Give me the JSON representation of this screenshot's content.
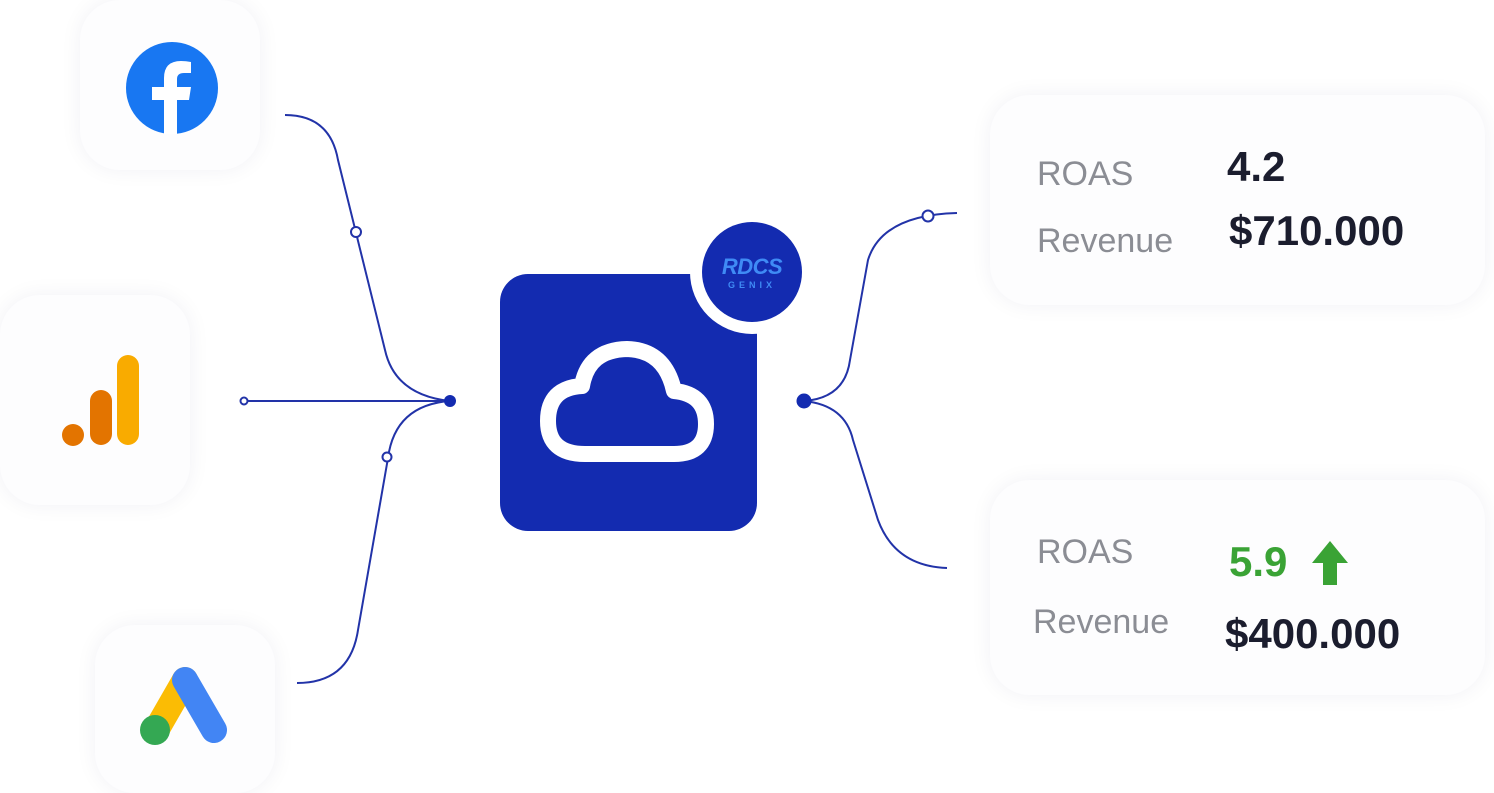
{
  "sources": [
    {
      "name": "Facebook",
      "icon": "facebook-icon"
    },
    {
      "name": "Google Analytics",
      "icon": "google-analytics-icon"
    },
    {
      "name": "Google Ads",
      "icon": "google-ads-icon"
    }
  ],
  "hub": {
    "icon": "cloud-icon",
    "badge": {
      "line1": "RDCS",
      "line2": "GENIX"
    }
  },
  "results": [
    {
      "roas_label": "ROAS",
      "roas_value": "4.2",
      "revenue_label": "Revenue",
      "revenue_value": "$710.000"
    },
    {
      "roas_label": "ROAS",
      "roas_value": "5.9",
      "roas_trend_icon": "arrow-up-icon",
      "revenue_label": "Revenue",
      "revenue_value": "$400.000"
    }
  ],
  "colors": {
    "brand_blue": "#132bb0",
    "connector": "#2233a8",
    "facebook": "#1877f2",
    "positive": "#3aa335",
    "label_gray": "#8b8d94",
    "value_dark": "#1b1d2e"
  }
}
